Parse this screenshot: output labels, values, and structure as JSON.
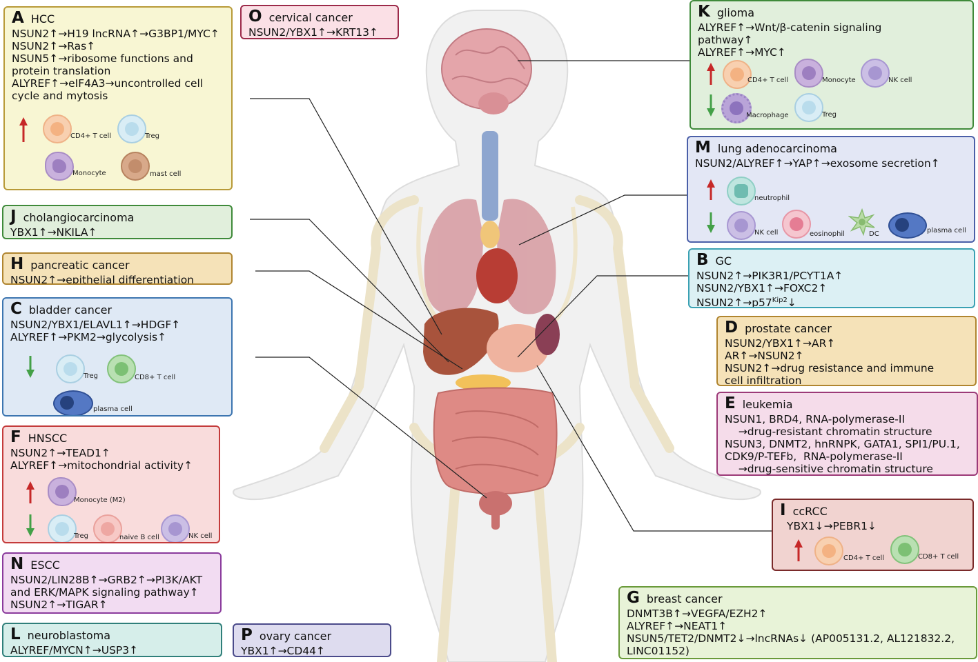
{
  "panels": {
    "A": {
      "letter": "A",
      "title": "HCC",
      "lines": [
        "NSUN2↑→H19 lncRNA↑→G3BP1/MYC↑",
        "NSUN2↑→Ras↑",
        "NSUN5↑→ribosome functions and",
        "protein translation",
        "ALYREF↑→eIF4A3→uncontrolled cell",
        "cycle and mytosis"
      ],
      "cells": [
        {
          "label": "CD4+ T cell"
        },
        {
          "label": "Treg"
        },
        {
          "label": "Monocyte"
        },
        {
          "label": "mast cell"
        }
      ]
    },
    "O": {
      "letter": "O",
      "title": "cervical cancer",
      "lines": [
        "NSUN2/YBX1↑→KRT13↑"
      ]
    },
    "K": {
      "letter": "K",
      "title": "glioma",
      "lines": [
        "ALYREF↑→Wnt/β-catenin signaling",
        "pathway↑",
        "ALYREF↑→MYC↑"
      ],
      "cells": [
        {
          "label": "CD4+ T cell"
        },
        {
          "label": "Monocyte"
        },
        {
          "label": "NK cell"
        },
        {
          "label": "Macrophage"
        },
        {
          "label": "Treg"
        }
      ]
    },
    "M": {
      "letter": "M",
      "title": "lung adenocarcinoma",
      "lines": [
        "NSUN2/ALYREF↑→YAP↑→exosome secretion↑"
      ],
      "cells": [
        {
          "label": "neutrophil"
        },
        {
          "label": "NK cell"
        },
        {
          "label": "eosinophil"
        },
        {
          "label": "DC"
        },
        {
          "label": "plasma cell"
        }
      ]
    },
    "J": {
      "letter": "J",
      "title": "cholangiocarcinoma",
      "lines": [
        "YBX1↑→NKILA↑"
      ]
    },
    "H": {
      "letter": "H",
      "title": "pancreatic cancer",
      "lines": [
        "NSUN2↑→epithelial differentiation"
      ]
    },
    "B": {
      "letter": "B",
      "title": "GC",
      "lines": [
        "NSUN2↑→PIK3R1/PCYT1A↑",
        "NSUN2/YBX1↑→FOXC2↑"
      ],
      "p57_prefix": "NSUN2↑→p57",
      "p57_sup": "Kip2",
      "p57_suffix": "↓"
    },
    "C": {
      "letter": "C",
      "title": "bladder cancer",
      "lines": [
        "NSUN2/YBX1/ELAVL1↑→HDGF↑",
        "ALYREF↑→PKM2→glycolysis↑"
      ],
      "cells": [
        {
          "label": "Treg"
        },
        {
          "label": "CD8+ T cell"
        },
        {
          "label": "plasma cell"
        }
      ]
    },
    "D": {
      "letter": "D",
      "title": "prostate cancer",
      "lines": [
        "NSUN2/YBX1↑→AR↑",
        "AR↑→NSUN2↑",
        "NSUN2↑→drug resistance and immune",
        "cell infiltration"
      ]
    },
    "E": {
      "letter": "E",
      "title": "leukemia",
      "lines": [
        "NSUN1, BRD4, RNA-polymerase-II",
        "    →drug-resistant chromatin structure",
        "NSUN3, DNMT2, hnRNPK, GATA1, SPI1/PU.1,",
        "CDK9/P-TEFb,  RNA-polymerase-II",
        "    →drug-sensitive chromatin structure"
      ]
    },
    "F": {
      "letter": "F",
      "title": "HNSCC",
      "lines": [
        "NSUN2↑→TEAD1↑",
        "ALYREF↑→mitochondrial activity↑"
      ],
      "cells": [
        {
          "label": "Monocyte (M2)"
        },
        {
          "label": "Treg"
        },
        {
          "label": "naive B cell"
        },
        {
          "label": "NK cell"
        }
      ]
    },
    "I": {
      "letter": "I",
      "title": "ccRCC",
      "lines": [
        "YBX1↓→PEBR1↓"
      ],
      "cells": [
        {
          "label": "CD4+ T cell"
        },
        {
          "label": "CD8+ T cell"
        }
      ]
    },
    "N": {
      "letter": "N",
      "title": "ESCC",
      "lines": [
        "NSUN2/LIN28B↑→GRB2↑→PI3K/AKT",
        "and ERK/MAPK signaling pathway↑",
        "NSUN2↑→TIGAR↑"
      ]
    },
    "G": {
      "letter": "G",
      "title": "breast cancer",
      "lines": [
        "DNMT3B↑→VEGFA/EZH2↑",
        "ALYREF↑→NEAT1↑",
        "NSUN5/TET2/DNMT2↓→lncRNAs↓ (AP005131.2, AL121832.2,",
        "LINC01152)"
      ]
    },
    "L": {
      "letter": "L",
      "title": "neuroblastoma",
      "lines": [
        "ALYREF/MYCN↑→USP3↑"
      ]
    },
    "P": {
      "letter": "P",
      "title": "ovary cancer",
      "lines": [
        "YBX1↑→CD44↑"
      ]
    }
  },
  "colors": {
    "up_arrow": "#c62828",
    "down_arrow": "#43a047"
  }
}
